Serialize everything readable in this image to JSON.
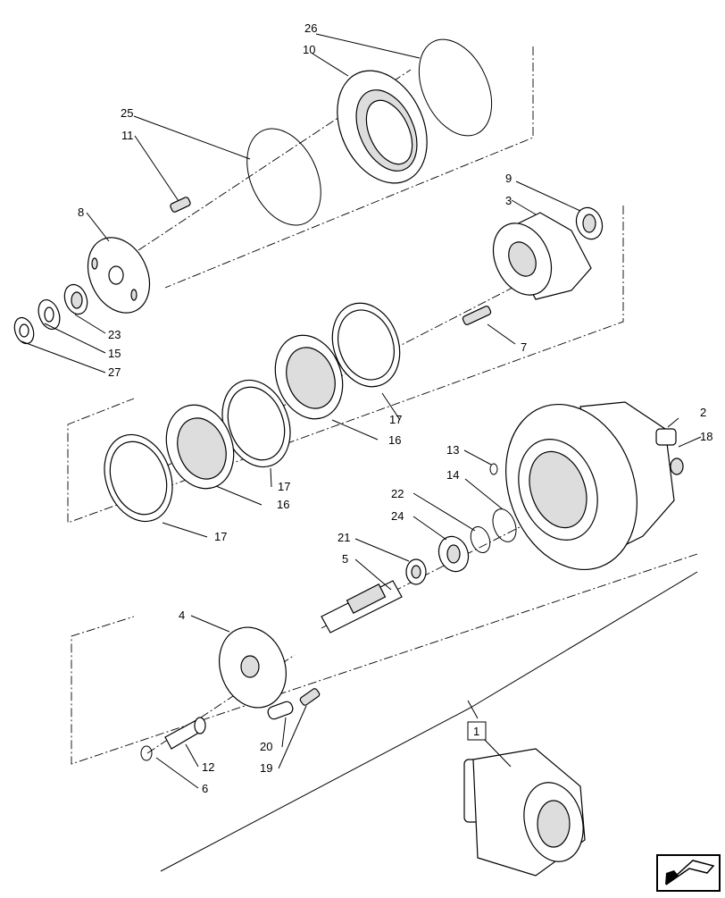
{
  "diagram": {
    "callouts": [
      {
        "id": "c26",
        "text": "26"
      },
      {
        "id": "c10",
        "text": "10"
      },
      {
        "id": "c25",
        "text": "25"
      },
      {
        "id": "c11",
        "text": "11"
      },
      {
        "id": "c8",
        "text": "8"
      },
      {
        "id": "c9",
        "text": "9"
      },
      {
        "id": "c3",
        "text": "3"
      },
      {
        "id": "c23",
        "text": "23"
      },
      {
        "id": "c15",
        "text": "15"
      },
      {
        "id": "c27",
        "text": "27"
      },
      {
        "id": "c7",
        "text": "7"
      },
      {
        "id": "c17a",
        "text": "17"
      },
      {
        "id": "c16a",
        "text": "16"
      },
      {
        "id": "c17b",
        "text": "17"
      },
      {
        "id": "c16b",
        "text": "16"
      },
      {
        "id": "c17c",
        "text": "17"
      },
      {
        "id": "c2",
        "text": "2"
      },
      {
        "id": "c18",
        "text": "18"
      },
      {
        "id": "c13",
        "text": "13"
      },
      {
        "id": "c14",
        "text": "14"
      },
      {
        "id": "c22",
        "text": "22"
      },
      {
        "id": "c24",
        "text": "24"
      },
      {
        "id": "c21",
        "text": "21"
      },
      {
        "id": "c5",
        "text": "5"
      },
      {
        "id": "c4",
        "text": "4"
      },
      {
        "id": "c20",
        "text": "20"
      },
      {
        "id": "c19",
        "text": "19"
      },
      {
        "id": "c12",
        "text": "12"
      },
      {
        "id": "c6",
        "text": "6"
      },
      {
        "id": "c1",
        "text": "1"
      }
    ]
  }
}
